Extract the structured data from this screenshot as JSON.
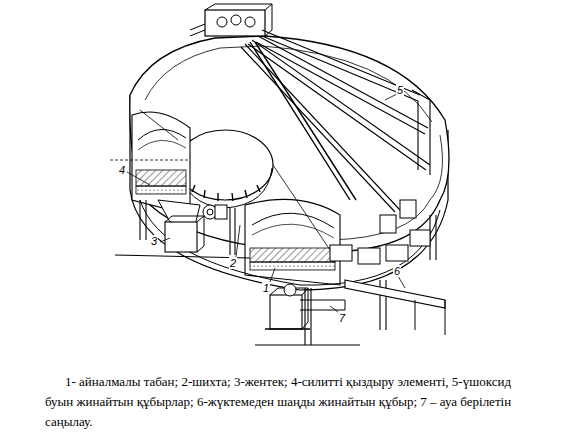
{
  "diagram": {
    "caption": "1- айналмалы табан; 2-шихта; 3-жентек; 4-силитті қыздыру элементі, 5-үшоксид буын жинайтын құбырлар; 6-жүктемеден шаңды жинайтын құбыр; 7 – ауа берілетін саңылау.",
    "labels": [
      "1",
      "2",
      "3",
      "4",
      "5",
      "6",
      "7"
    ]
  }
}
